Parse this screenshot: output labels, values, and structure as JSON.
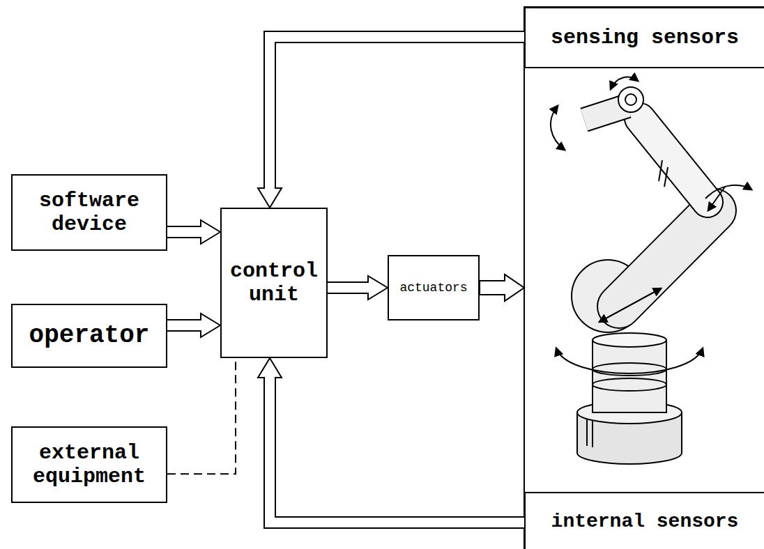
{
  "diagram": {
    "nodes": [
      {
        "text": [
          "software device"
        ]
      },
      {
        "text": [
          "operator"
        ]
      },
      {
        "text": [
          "external equipment"
        ]
      },
      {
        "text": [
          "control unit"
        ]
      },
      {
        "text": [
          "actuators"
        ]
      },
      {
        "text": [
          "sensing sensors"
        ]
      },
      {
        "text": [
          "internal sensors"
        ]
      }
    ],
    "edges": [
      {
        "from": 0,
        "to": 3,
        "arrow": "to"
      },
      {
        "from": 1,
        "to": 3,
        "arrow": "to"
      },
      {
        "from": 2,
        "to": 3,
        "arrow": "none"
      },
      {
        "from": 3,
        "to": 4,
        "arrow": "to"
      },
      {
        "from": 5,
        "to": 3,
        "arrow": "to"
      },
      {
        "from": 6,
        "to": 3,
        "arrow": "to"
      }
    ]
  }
}
